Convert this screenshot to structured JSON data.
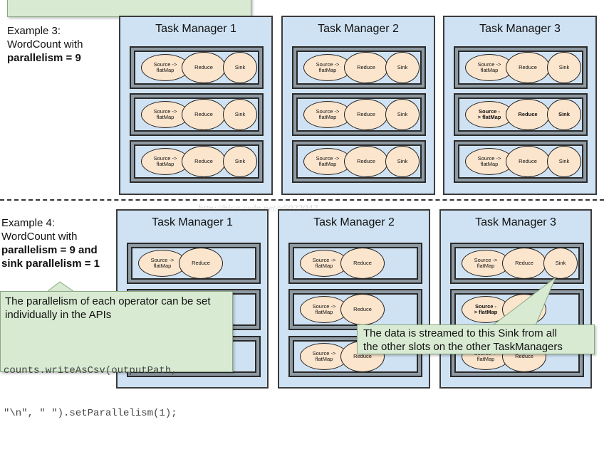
{
  "example3": {
    "line1": "Example 3:",
    "line2": "WordCount with",
    "line3": "parallelism = 9"
  },
  "example4": {
    "line1": "Example 4:",
    "line2": "WordCount with",
    "line3": "parallelism = 9 and",
    "line4": "sink parallelism = 1"
  },
  "task_managers": [
    "Task Manager 1",
    "Task Manager 2",
    "Task Manager 3"
  ],
  "operators": {
    "source_line1": "Source ->",
    "source_line2": "flatMap",
    "source_bold_line1": "Source -",
    "source_bold_line2": "> flatMap",
    "reduce": "Reduce",
    "sink": "Sink"
  },
  "callout_left": {
    "text_line1": "The parallelism of each operator can be set",
    "text_line2": "individually in the APIs",
    "code_line1": "counts.writeAsCsv(outputPath,",
    "code_line2": "\"\\n\", \" \").setParallelism(1);"
  },
  "callout_right": {
    "line1": "The data is streamed to this Sink from all",
    "line2": "the other slots on the other TaskManagers"
  },
  "watermark": "http://blog.csdn.net/x6022042"
}
